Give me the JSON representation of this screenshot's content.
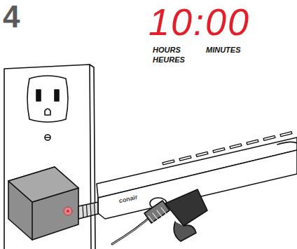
{
  "diagram": {
    "labels": [
      "4",
      "10:00",
      "HOURS",
      "MINUTES",
      "HEURES",
      "conair"
    ]
  }
}
